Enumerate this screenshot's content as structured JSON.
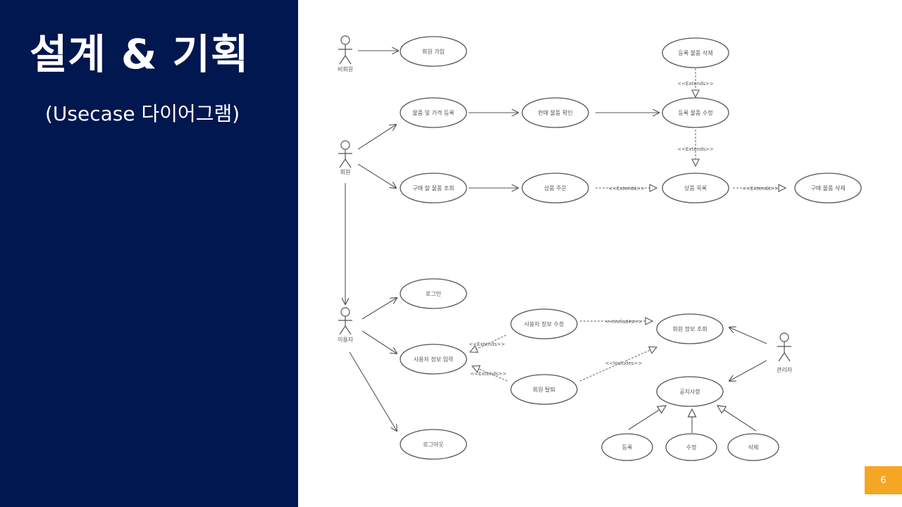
{
  "slide": {
    "title": "설계 & 기획",
    "subtitle": "(Usecase 다이어그램)",
    "page_number": "6"
  },
  "colors": {
    "panel_background": "#00174f",
    "title_text": "#ffffff",
    "badge_background": "#f5a623",
    "diagram_stroke": "#555555"
  },
  "diagram": {
    "actors": {
      "non_member": "비회원",
      "member": "회원",
      "user": "이용자",
      "admin": "관리자"
    },
    "use_cases": {
      "join": "회원 가입",
      "register_item": "물품 및 가격 등록",
      "confirm_sale": "판매 물품 확인",
      "delete_item": "등록 물품 삭제",
      "modify_item": "등록 물품 수정",
      "search_purchase": "구매 할 물품 조회",
      "order_item": "상품 주문",
      "item_list": "상품 목록",
      "delete_purchase": "구매 물품 삭제",
      "login": "로그인",
      "modify_user_info": "사용자 정보 수정",
      "input_user_info": "사용자 정보 입력",
      "withdraw": "회원 탈퇴",
      "view_member_info": "회원 정보 조회",
      "notice": "공지사항",
      "logout": "로그아웃",
      "notice_register": "등록",
      "notice_modify": "수정",
      "notice_delete": "삭제"
    },
    "relations": {
      "extends": "<<Extends>>",
      "includes": "<<Includes>>"
    }
  }
}
